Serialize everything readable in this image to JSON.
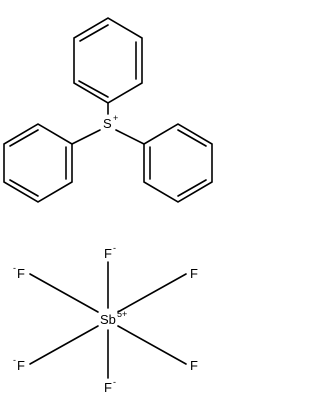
{
  "cation": {
    "sulfur_symbol": "S",
    "sulfur_charge": "+"
  },
  "anion": {
    "center_symbol": "Sb",
    "center_charge": "5+",
    "fluoride_symbol": "F",
    "fluoride_charge": "-"
  }
}
